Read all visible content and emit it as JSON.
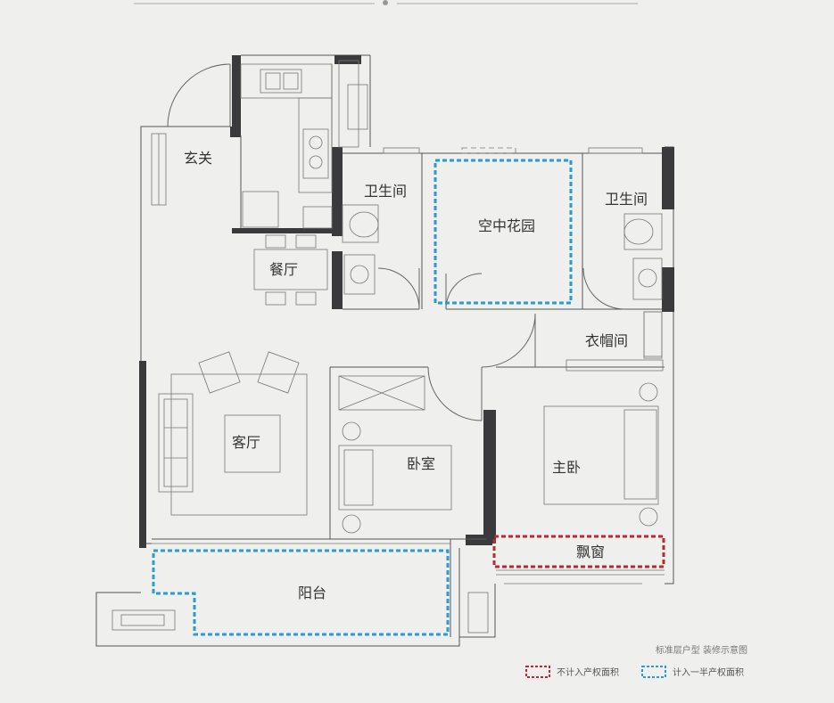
{
  "rooms": {
    "entrance": "玄关",
    "dining": "餐厅",
    "living": "客厅",
    "bath1": "卫生间",
    "bath2": "卫生间",
    "garden": "空中花园",
    "cloakroom": "衣帽间",
    "bedroom": "卧室",
    "master": "主卧",
    "bay_window": "飘窗",
    "balcony": "阳台"
  },
  "note": "标准层户型 装修示意图",
  "legend": {
    "excluded": "不计入产权面积",
    "half": "计入一半产权面积"
  },
  "colors": {
    "excluded": "#c0282d",
    "half": "#2a9bd6",
    "wall": "#3a3a3c"
  }
}
